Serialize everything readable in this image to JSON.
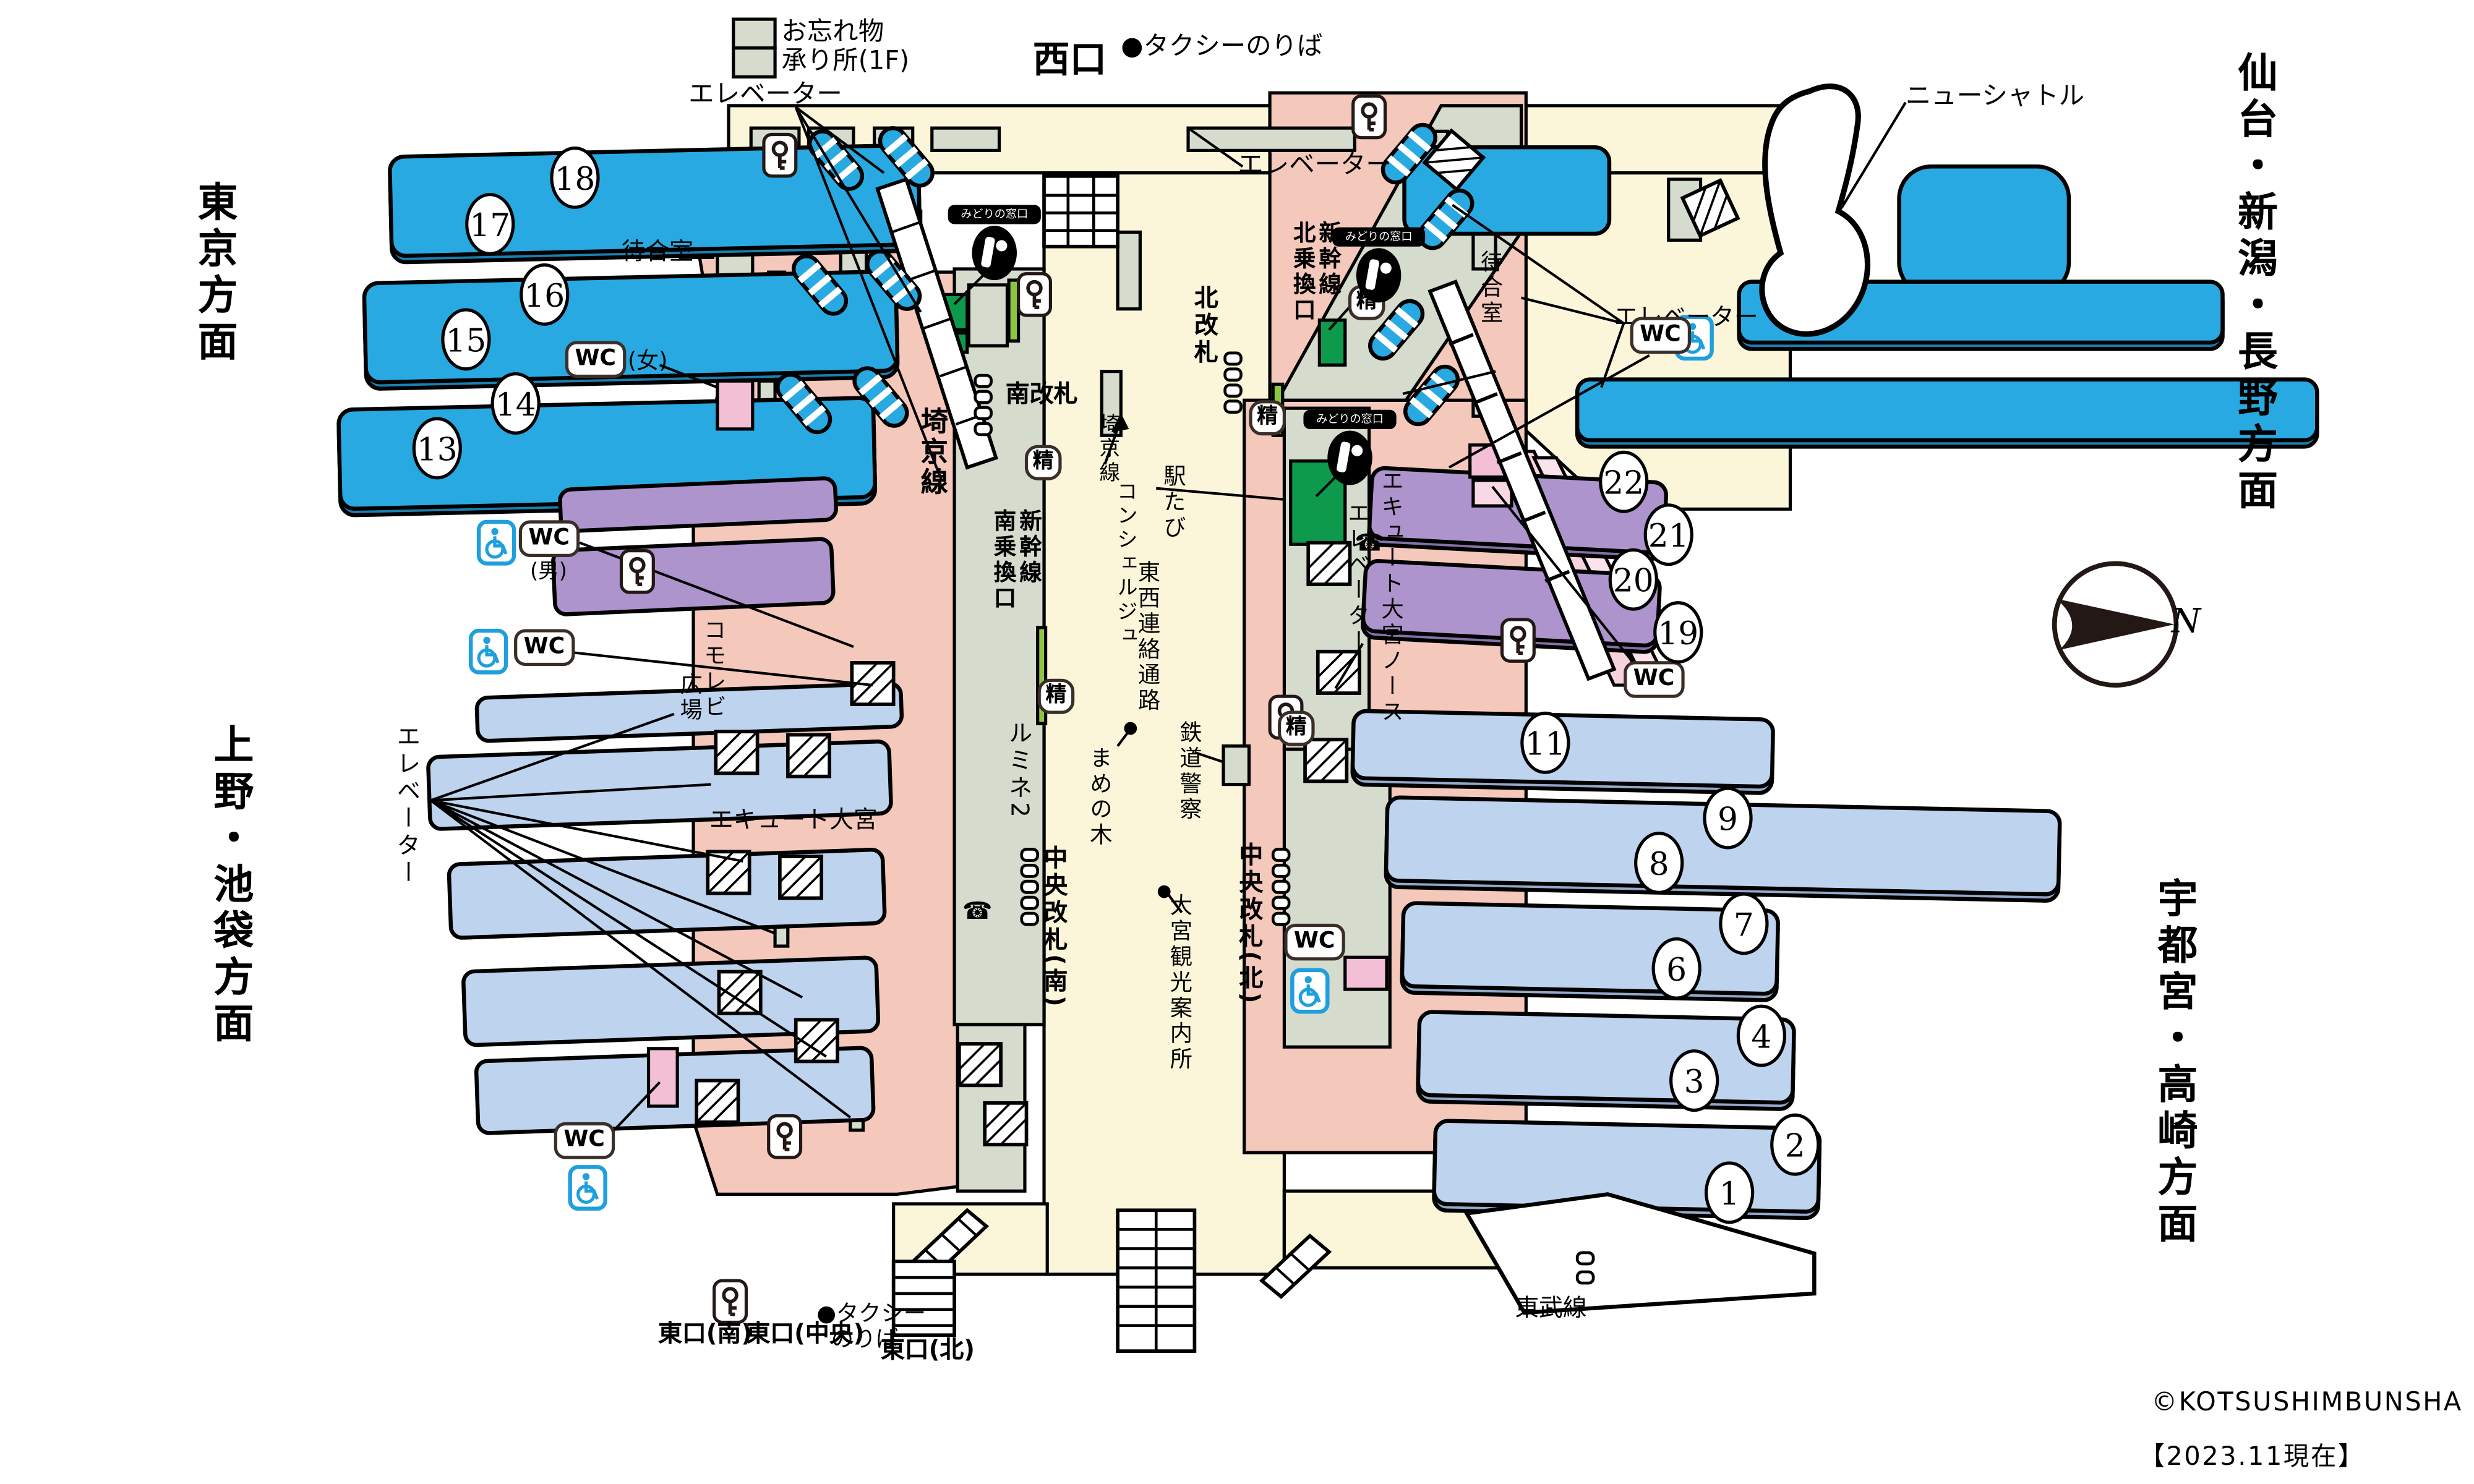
{
  "directions": {
    "tokyo": "東京方面",
    "ueno_ikebukuro": "上野・池袋方面",
    "sendai_niigata_nagano": "仙台・新潟・長野方面",
    "utsunomiya_takasaki": "宇都宮・高崎方面"
  },
  "exits": {
    "west": "西口",
    "east_south": "東口(南)",
    "east_center": "東口(中央)",
    "east_north": "東口(北)"
  },
  "gates": {
    "south": "南改札",
    "north": "北改札",
    "central_south": "中央改札(南)",
    "central_north": "中央改札(北)"
  },
  "transfer": {
    "south_shinkansen_col_right": "新幹線",
    "south_shinkansen_col_left": "南乗換口",
    "north_shinkansen_col_right": "新幹線",
    "north_shinkansen_col_left": "北乗換口"
  },
  "facilities": {
    "lost_found_line1": "お忘れ物",
    "lost_found_line2": "承り所(1F)",
    "elevator": "エレベーター",
    "waiting_room": "待合室",
    "wc": "WC",
    "wc_women": "(女)",
    "wc_men": "(男)",
    "fare_adjust": "精",
    "midori_no_madoguchi": "みどりの窓口",
    "taxi_top": "●タクシーのりば",
    "taxi_bottom_line1": "●タクシー",
    "taxi_bottom_line2": "のりば",
    "railway_police": "鉄道警察",
    "tourist_info": "大宮観光案内所",
    "ekitabi_col_right": "駅たび",
    "ekitabi_col_left": "コンシェルジュ",
    "mame_no_ki": "まめの木"
  },
  "areas": {
    "lumine2": "ルミネ2",
    "ecute_omiya": "エキュート大宮",
    "ecute_omiya_north": "エキュート大宮ノース",
    "komorebi_col_right": "コモレビ",
    "komorebi_col_left": "広場",
    "tozai_passage": "東西連絡通路",
    "saikyo_line": "埼京線",
    "new_shuttle": "ニューシャトル",
    "tobu_line": "東武線"
  },
  "platforms": {
    "1": "1",
    "2": "2",
    "3": "3",
    "4": "4",
    "6": "6",
    "7": "7",
    "8": "8",
    "9": "9",
    "11": "11",
    "13": "13",
    "14": "14",
    "15": "15",
    "16": "16",
    "17": "17",
    "18": "18",
    "19": "19",
    "20": "20",
    "21": "21",
    "22": "22"
  },
  "icons": {
    "phone": "☎"
  },
  "compass": {
    "north": "N"
  },
  "credits": {
    "copyright": "©KOTSUSHIMBUNSHA",
    "as_of": "【2023.11現在】"
  }
}
